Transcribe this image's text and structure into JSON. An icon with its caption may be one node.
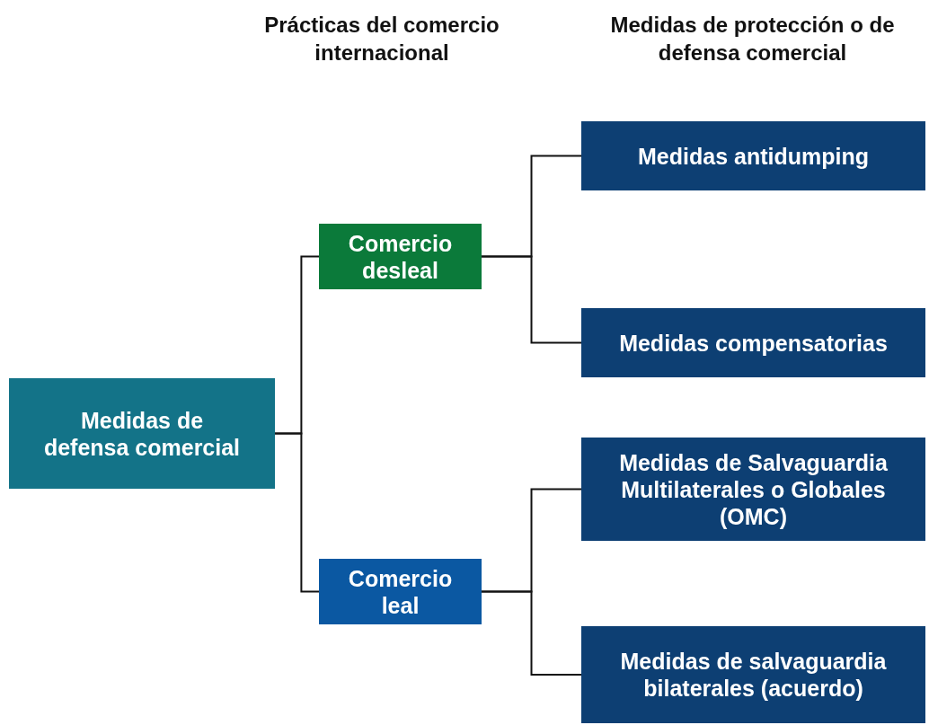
{
  "diagram": {
    "nodes": [
      {
        "text": [
          "Medidas de defensa comercial"
        ]
      },
      {
        "text": [
          "Comercio desleal"
        ]
      },
      {
        "text": [
          "Comercio leal"
        ]
      },
      {
        "text": [
          "Medidas antidumping"
        ]
      },
      {
        "text": [
          "Medidas compensatorias"
        ]
      },
      {
        "text": [
          "Medidas de Salvaguardia Multilaterales o Globales (OMC)"
        ]
      },
      {
        "text": [
          "Medidas de salvaguardia bilaterales (acuerdo)"
        ]
      }
    ],
    "edges": [
      {
        "from": 0,
        "to": 1,
        "arrow": "none"
      },
      {
        "from": 0,
        "to": 2,
        "arrow": "none"
      },
      {
        "from": 1,
        "to": 3,
        "arrow": "none"
      },
      {
        "from": 1,
        "to": 4,
        "arrow": "none"
      },
      {
        "from": 2,
        "to": 5,
        "arrow": "none"
      },
      {
        "from": 2,
        "to": 6,
        "arrow": "none"
      }
    ],
    "labels": [
      "Prácticas del comercio internacional",
      "Medidas de protección o de defensa comercial"
    ]
  }
}
